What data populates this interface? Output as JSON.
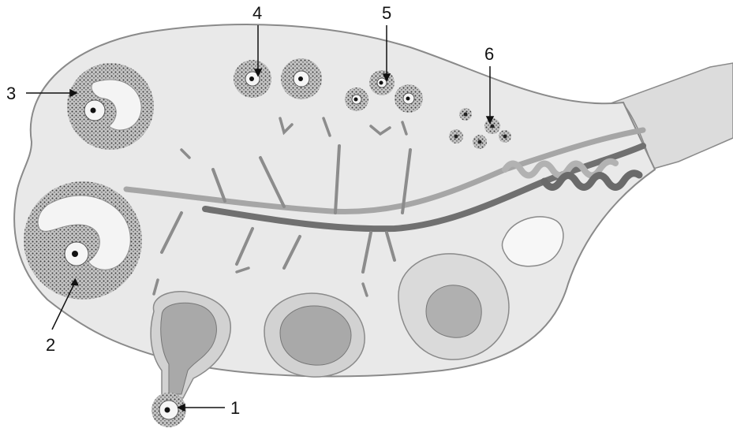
{
  "labels": {
    "l1": "1",
    "l2": "2",
    "l3": "3",
    "l4": "4",
    "l5": "5",
    "l6": "6"
  },
  "colors": {
    "stroma": "#e9e9e9",
    "outline": "#8a8a8a",
    "granulosa": "#b9b9b9",
    "antrum": "#f4f4f4",
    "vessel_light": "#a6a6a6",
    "vessel_dark": "#6f6f6f",
    "corpus": "#a9a9a9"
  }
}
